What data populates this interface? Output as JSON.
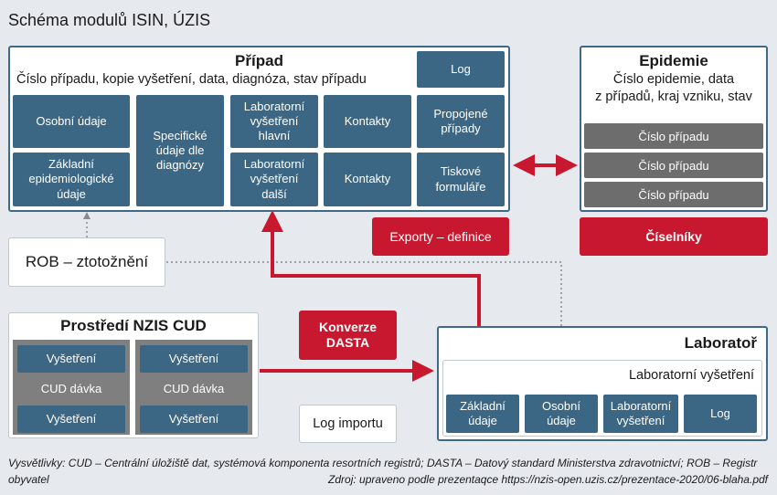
{
  "title": "Schéma modulů ISIN, ÚZIS",
  "pripad": {
    "heading": "Případ",
    "subtitle": "Číslo případu, kopie vyšetření, data, diagnóza, stav případu",
    "log": "Log",
    "osobni": "Osobní údaje",
    "zakladni": "Základní\nepidemiologické\núdaje",
    "specificke": "Specifické\núdaje dle\ndiagnózy",
    "lab_hlavni": "Laboratorní\nvyšetření\nhlavní",
    "lab_dalsi": "Laboratorní\nvyšetření\ndalší",
    "kontakty1": "Kontakty",
    "kontakty2": "Kontakty",
    "propojene": "Propojené\npřípady",
    "tiskove": "Tiskové\nformuláře"
  },
  "epidemie": {
    "heading": "Epidemie",
    "line1": "Číslo epidemie, data",
    "line2": "z případů, kraj vzniku, stav",
    "items": [
      "Číslo případu",
      "Číslo případu",
      "Číslo případu"
    ]
  },
  "exporty": "Exporty – definice",
  "ciselniky": "Číselníky",
  "rob": "ROB – ztotožnění",
  "nzis": {
    "heading": "Prostředí NZIS CUD",
    "vys": "Vyšetření",
    "davka": "CUD dávka"
  },
  "konverze": "Konverze\nDASTA",
  "log_importu": "Log importu",
  "laborator": {
    "heading": "Laboratoř",
    "sub_heading": "Laboratorní vyšetření",
    "zakladni": "Základní\núdaje",
    "osobni": "Osobní\núdaje",
    "lab_vys": "Laboratorní\nvyšetření",
    "log": "Log"
  },
  "footnote1": "Vysvětlivky: CUD – Centrální úložiště dat, systémová komponenta resortních registrů; DASTA – Datový standard Ministerstva zdravotnictví; ROB – Registr",
  "footnote2": "obyvatel",
  "source": "Zdroj: upraveno podle prezentaqce https://nzis-open.uzis.cz/prezentace-2020/06-blaha.pdf",
  "colors": {
    "blue": "#3c6784",
    "red": "#c8182f",
    "gray": "#6d6d6d",
    "background": "#e6eaef"
  }
}
